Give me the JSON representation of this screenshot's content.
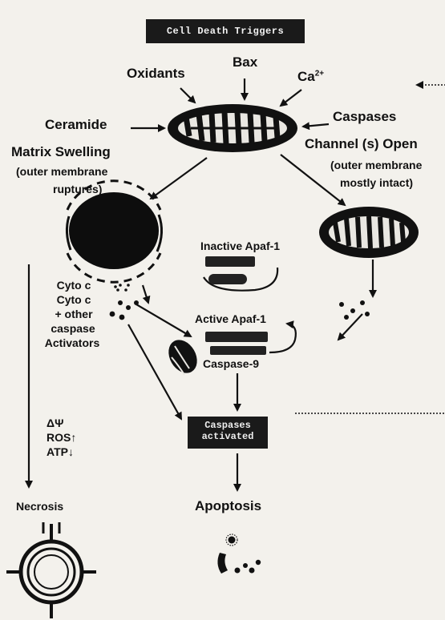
{
  "title": "Cell Death Triggers",
  "triggers": {
    "oxidants": "Oxidants",
    "bax": "Bax",
    "calcium": "Ca",
    "calcium_charge": "2+",
    "ceramide": "Ceramide",
    "caspases": "Caspases"
  },
  "left_branch": {
    "swelling_title": "Matrix Swelling",
    "swelling_note_1": "(outer membrane",
    "swelling_note_2": "ruptures)",
    "release_1": "Cyto c",
    "release_2": "Cyto c",
    "release_3": "+ other",
    "release_4": "caspase",
    "release_5": "Activators",
    "markers": [
      "ΔΨ",
      "ROS↑",
      "ATP↓"
    ],
    "outcome": "Necrosis"
  },
  "right_branch": {
    "channel_title": "Channel (s) Open",
    "channel_note_1": "(outer membrane",
    "channel_note_2": "mostly intact)"
  },
  "center": {
    "inactive_label": "Inactive Apaf-1",
    "active_label": "Active Apaf-1",
    "caspase9_label": "Caspase-9",
    "caspases_box_line1": "Caspases",
    "caspases_box_line2": "activated",
    "outcome": "Apoptosis"
  },
  "colors": {
    "background": "#f3f1ec",
    "ink": "#111111",
    "dark_fill": "#1a1a1a"
  }
}
